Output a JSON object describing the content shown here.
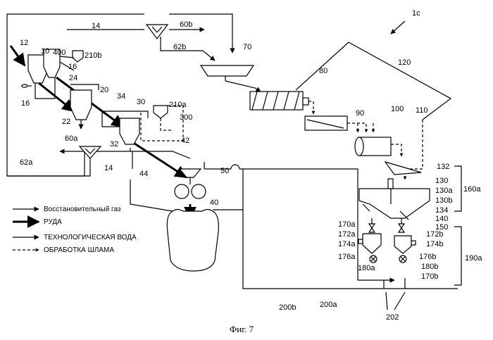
{
  "figure": {
    "id_label": "1c",
    "caption": "Фиг. 7"
  },
  "labels": {
    "l12": "12",
    "l10": "10",
    "l400": "400",
    "l210b": "210b",
    "l14top": "14",
    "l60b": "60b",
    "l62b": "62b",
    "l70": "70",
    "l120": "120",
    "l80": "80",
    "l16a": "16",
    "l24": "24",
    "l20": "20",
    "l34": "34",
    "l30": "30",
    "l210a": "210a",
    "l300": "300",
    "l16b": "16",
    "l22": "22",
    "l32": "32",
    "l60a": "60a",
    "l42": "42",
    "l62a": "62a",
    "l14bot": "14",
    "l44": "44",
    "l50": "50",
    "l40": "40",
    "l90": "90",
    "l100": "100",
    "l110": "110",
    "l132": "132",
    "l130": "130",
    "l130a": "130a",
    "l130b": "130b",
    "l160a": "160a",
    "l134": "134",
    "l140": "140",
    "l150": "150",
    "l170a": "170a",
    "l172a": "172a",
    "l174a": "174a",
    "l176a": "176a",
    "l180a": "180a",
    "l172b": "172b",
    "l174b": "174b",
    "l176b": "176b",
    "l180b": "180b",
    "l170b": "170b",
    "l190a": "190a",
    "l200b": "200b",
    "l200a": "200a",
    "l202": "202"
  },
  "legend": [
    {
      "text": "Восстановительный газ",
      "style": "thin"
    },
    {
      "text": "РУДА",
      "style": "thick"
    },
    {
      "text": "ТЕХНОЛОГИЧЕСКАЯ ВОДА",
      "style": "thin"
    },
    {
      "text": "ОБРАБОТКА ШЛАМА",
      "style": "dashed"
    }
  ]
}
